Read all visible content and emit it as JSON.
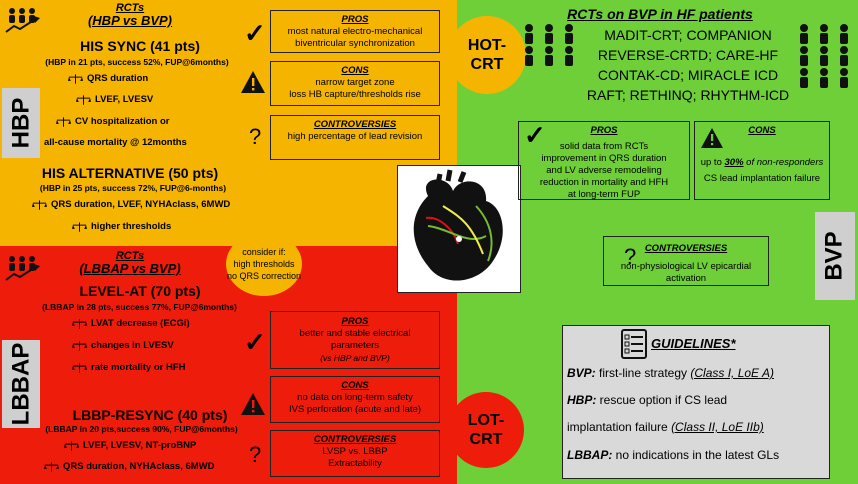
{
  "hbp": {
    "rcts_title": "RCTs",
    "rcts_sub": "(HBP vs BVP)",
    "his_sync_title": "HIS SYNC (41 pts)",
    "his_sync_detail": "(HBP in 21 pts, success 52%, FUP@6months)",
    "his_sync_items": [
      "QRS duration",
      "LVEF, LVESV",
      "CV hospitalization or",
      "all-cause mortality @ 12months"
    ],
    "his_alt_title": "HIS ALTERNATIVE (50 pts)",
    "his_alt_detail": "(HBP in 25 pts, success 72%, FUP@6-months)",
    "his_alt_items": [
      "QRS duration, LVEF, NYHAclass, 6MWD",
      "higher thresholds"
    ],
    "pros_head": "PROS",
    "pros_text": [
      "most natural electro-mechanical",
      "biventricular synchronization"
    ],
    "cons_head": "CONS",
    "cons_text": [
      "narrow target zone",
      "loss HB capture/thresholds rise"
    ],
    "controv_head": "CONTROVERSIES",
    "controv_text": [
      "high percentage of lead revision"
    ],
    "side_label": "HBP",
    "hot_crt": "HOT-\nCRT"
  },
  "consider": {
    "line1": "consider if:",
    "line2": "high thresholds",
    "line3": "no QRS correction"
  },
  "lbbap": {
    "rcts_title": "RCTs",
    "rcts_sub": "(LBBAP vs BVP)",
    "level_title": "LEVEL-AT (70 pts)",
    "level_detail": "(LBBAP in 28 pts, success 77%, FUP@6months)",
    "level_items": [
      "LVAT decrease (ECGi)",
      "changes in LVESV",
      "rate mortality or HFH"
    ],
    "resync_title": "LBBP-RESYNC (40 pts)",
    "resync_detail": "(LBBAP in 20 pts,success 90%, FUP@6months)",
    "resync_items": [
      "LVEF, LVESV, NT-proBNP",
      "QRS duration, NYHAclass, 6MWD"
    ],
    "pros_head": "PROS",
    "pros_text": [
      "better and stable electrical",
      "parameters",
      "(vs HBP and BVP)"
    ],
    "cons_head": "CONS",
    "cons_text": [
      "no data on long-term safety",
      "IVS perforation (acute and late)"
    ],
    "controv_head": "CONTROVERSIES",
    "controv_text": [
      "LVSP vs. LBBP",
      "Extractability"
    ],
    "side_label": "LBBAP",
    "lot_crt": "LOT-\nCRT"
  },
  "bvp": {
    "title": "RCTs on BVP in HF patients",
    "trials": [
      "MADIT-CRT; COMPANION",
      "REVERSE-CRTD; CARE-HF",
      "CONTAK-CD; MIRACLE ICD",
      "RAFT; RETHINQ; RHYTHM-ICD"
    ],
    "pros_head": "PROS",
    "pros_text": [
      "solid data from RCTs",
      "improvement in QRS duration",
      "and LV adverse remodeling",
      "reduction in mortality and HFH",
      "at long-term FUP"
    ],
    "cons_head": "CONS",
    "cons_text_1_pre": "up to ",
    "cons_text_1_em": "30%",
    "cons_text_1_post": " of non-responders",
    "cons_text_2": "CS lead implantation failure",
    "controv_head": "CONTROVERSIES",
    "controv_text": [
      "non-physiological LV epicardial",
      "activation"
    ],
    "side_label": "BVP",
    "guidelines_head": "GUIDELINES*",
    "gl_bvp_label": "BVP:",
    "gl_bvp_text": " first-line strategy ",
    "gl_bvp_class": "(Class I, LoE A)",
    "gl_hbp_label": "HBP:",
    "gl_hbp_text": " rescue option if CS lead",
    "gl_hbp_text2": "implantation failure ",
    "gl_hbp_class": "(Class II, LoE IIb)",
    "gl_lbbap_label": "LBBAP:",
    "gl_lbbap_text": " no indications in the latest GLs"
  },
  "colors": {
    "hbp": "#f5b400",
    "lbbap": "#ee1c0a",
    "bvp": "#6ecf38"
  }
}
